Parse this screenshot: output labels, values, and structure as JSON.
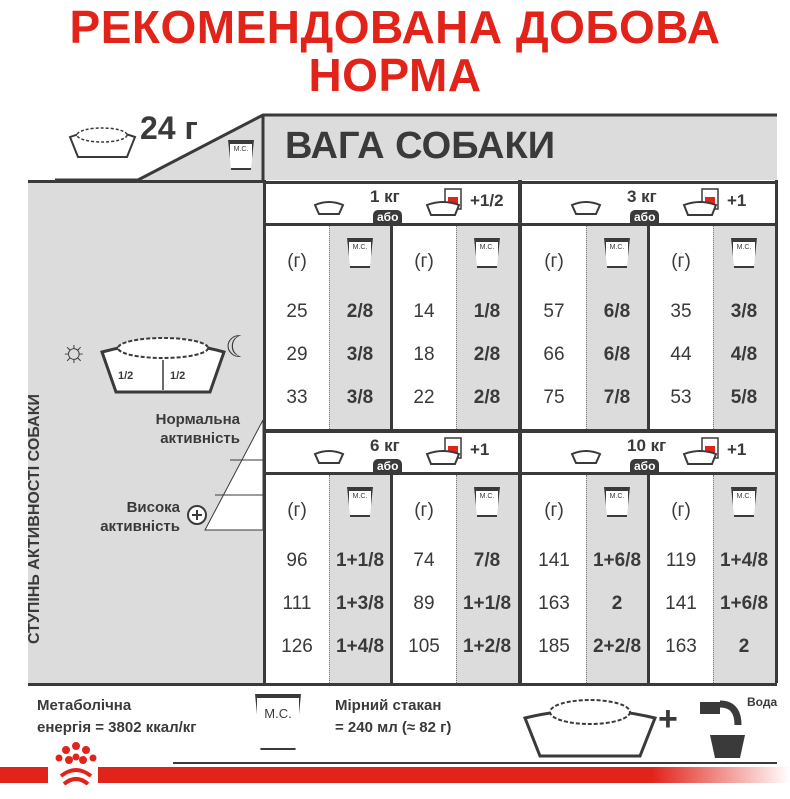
{
  "title": {
    "line1": "РЕКОМЕНДОВАНА ДОБОВА",
    "line2": "НОРМА"
  },
  "portion": "24 г",
  "header": "ВАГА СОБАКИ",
  "cup_label": "М.С.",
  "col_gram": "(г)",
  "or_label": "або",
  "activity": {
    "axis": "СТУПІНЬ АКТИВНОСТІ СОБАКИ",
    "normal": [
      "Нормальна",
      "активність"
    ],
    "high": [
      "Висока",
      "активність"
    ],
    "half": "1/2"
  },
  "blocks": [
    {
      "weight": "1 кг",
      "wet": "+1/2",
      "cols": [
        {
          "g": [
            "25",
            "29",
            "33"
          ],
          "mc": [
            "2/8",
            "3/8",
            "3/8"
          ]
        },
        {
          "g": [
            "14",
            "18",
            "22"
          ],
          "mc": [
            "1/8",
            "2/8",
            "2/8"
          ]
        }
      ]
    },
    {
      "weight": "3 кг",
      "wet": "+1",
      "cols": [
        {
          "g": [
            "57",
            "66",
            "75"
          ],
          "mc": [
            "6/8",
            "6/8",
            "7/8"
          ]
        },
        {
          "g": [
            "35",
            "44",
            "53"
          ],
          "mc": [
            "3/8",
            "4/8",
            "5/8"
          ]
        }
      ]
    },
    {
      "weight": "6 кг",
      "wet": "+1",
      "cols": [
        {
          "g": [
            "96",
            "111",
            "126"
          ],
          "mc": [
            "1+1/8",
            "1+3/8",
            "1+4/8"
          ]
        },
        {
          "g": [
            "74",
            "89",
            "105"
          ],
          "mc": [
            "7/8",
            "1+1/8",
            "1+2/8"
          ]
        }
      ]
    },
    {
      "weight": "10 кг",
      "wet": "+1",
      "cols": [
        {
          "g": [
            "141",
            "163",
            "185"
          ],
          "mc": [
            "1+6/8",
            "2",
            "2+2/8"
          ]
        },
        {
          "g": [
            "119",
            "141",
            "163"
          ],
          "mc": [
            "1+4/8",
            "1+6/8",
            "2"
          ]
        }
      ]
    }
  ],
  "footer": {
    "energy": [
      "Метаболічна",
      "енергія  = 3802 ккал/кг"
    ],
    "cup": [
      "Мірний стакан",
      "= 240 мл (≈ 82 г)"
    ],
    "water": "Вода"
  },
  "colors": {
    "brand_red": "#e2231a",
    "grey": "#dcdcdc",
    "dark": "#3a3a3a"
  }
}
